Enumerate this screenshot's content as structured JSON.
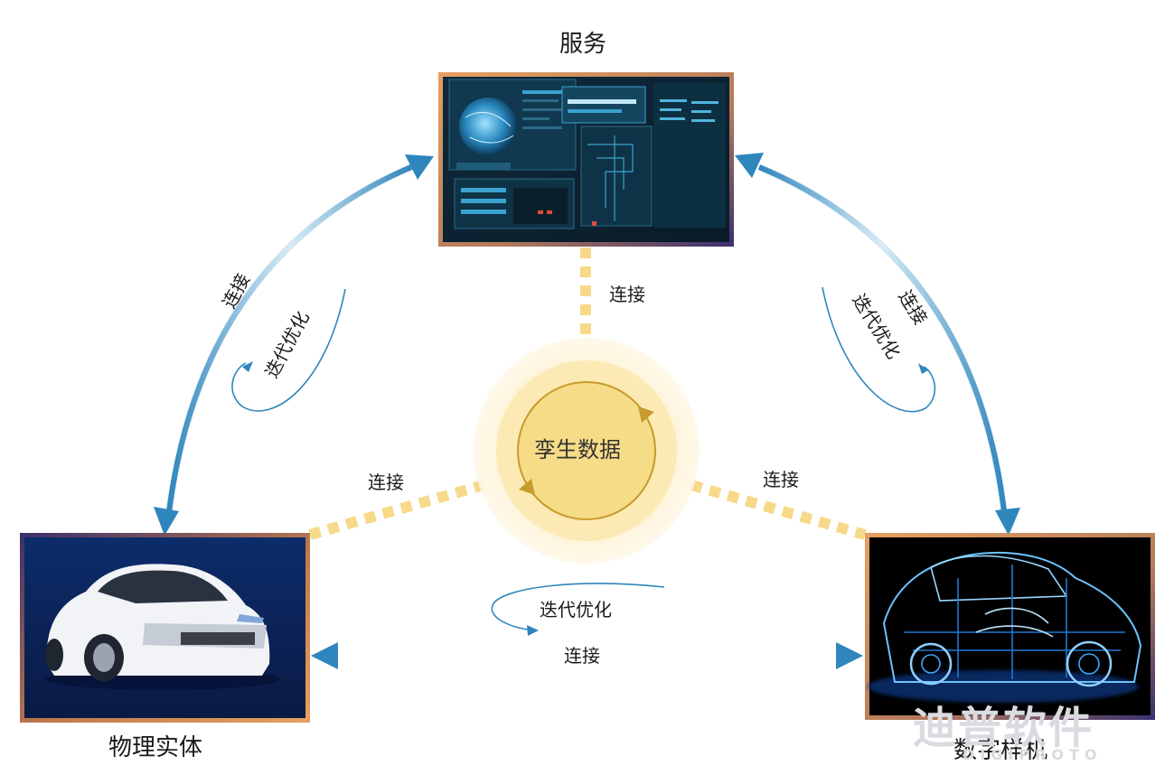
{
  "nodes": {
    "top": {
      "label": "服务"
    },
    "left": {
      "label": "物理实体"
    },
    "right": {
      "label": "数字样机"
    },
    "center": {
      "label": "孪生数据"
    }
  },
  "edges": {
    "top_center": {
      "label": "连接"
    },
    "left_center": {
      "label": "连接"
    },
    "right_center": {
      "label": "连接"
    },
    "left_top": {
      "connect": "连接",
      "iterate": "迭代优化"
    },
    "top_right": {
      "connect": "连接",
      "iterate": "迭代优化"
    },
    "left_right": {
      "connect": "连接",
      "iterate": "迭代优化"
    }
  },
  "watermark": {
    "main": "迪普软件",
    "sub": "DIGIPROTO"
  },
  "colors": {
    "arrow_blue": "#2f86bd",
    "dash_yellow": "#f7d98a",
    "center_ring": "#f4c95a",
    "center_fill": "#f6dc86",
    "frame_gradient_a": "#d28a4a",
    "frame_gradient_b": "#3a2f6a"
  },
  "icons": [
    "dashboard-screen-image",
    "white-car-image",
    "xray-car-image",
    "cycle-arrow-icon"
  ]
}
